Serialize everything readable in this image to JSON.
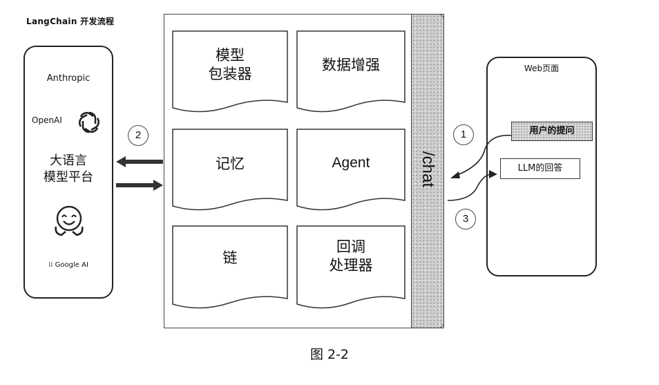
{
  "title": "LangChain 开发流程",
  "llm_platform": {
    "providers": [
      "Anthropic",
      "OpenAI",
      "Google AI"
    ],
    "label_line1": "大语言",
    "label_line2": "模型平台"
  },
  "components": [
    {
      "label": "模型\n包装器"
    },
    {
      "label": "数据增强"
    },
    {
      "label": "记忆"
    },
    {
      "label": "Agent"
    },
    {
      "label": "链"
    },
    {
      "label": "回调\n处理器"
    }
  ],
  "chat_endpoint": "/chat",
  "web_page": {
    "title": "Web页面",
    "user_question": "用户的提问",
    "llm_answer": "LLM的回答"
  },
  "steps": [
    "1",
    "2",
    "3"
  ],
  "caption": "图 2-2"
}
